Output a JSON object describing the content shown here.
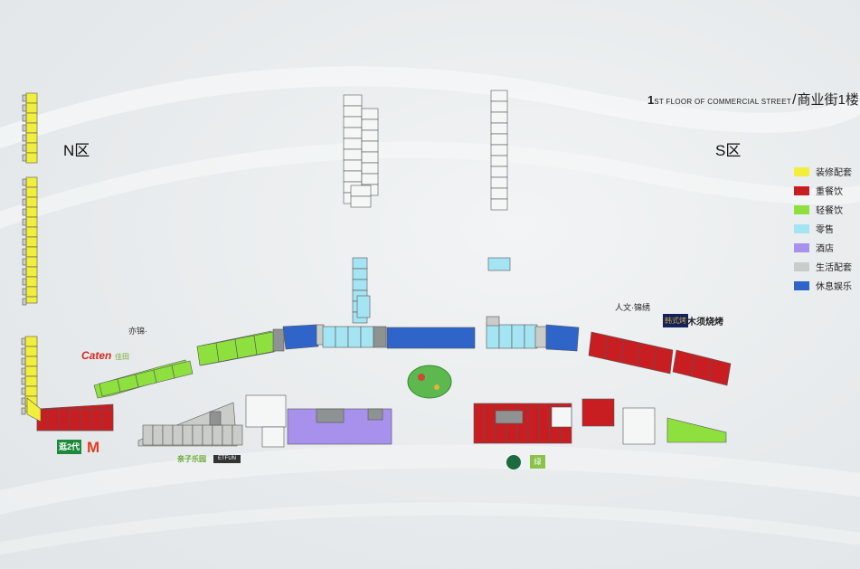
{
  "title": {
    "en_prefix": "1",
    "en_rest": "ST FLOOR OF COMMERCIAL STREET",
    "slash": "/",
    "cn": "商业街1楼"
  },
  "zones": {
    "north": "N区",
    "south": "S区"
  },
  "legend": [
    {
      "label": "装修配套",
      "color": "#f2ef3b"
    },
    {
      "label": "重餐饮",
      "color": "#c81e22"
    },
    {
      "label": "轻餐饮",
      "color": "#8ee03f"
    },
    {
      "label": "零售",
      "color": "#a5e4f2"
    },
    {
      "label": "酒店",
      "color": "#a791ec"
    },
    {
      "label": "生活配套",
      "color": "#c9ccc9"
    },
    {
      "label": "休息娱乐",
      "color": "#2f64c8"
    }
  ],
  "logos": {
    "caten": "Caten",
    "caten_cn": "佳田",
    "yi": "亦锦·",
    "mu": "木须烧烤",
    "mu_badge": "韩式烤",
    "jing": "人文·锦绣",
    "mc": "M",
    "two": "逛2代",
    "green": "亲子乐园",
    "dark": "ETFUN",
    "gsq": "绿"
  }
}
